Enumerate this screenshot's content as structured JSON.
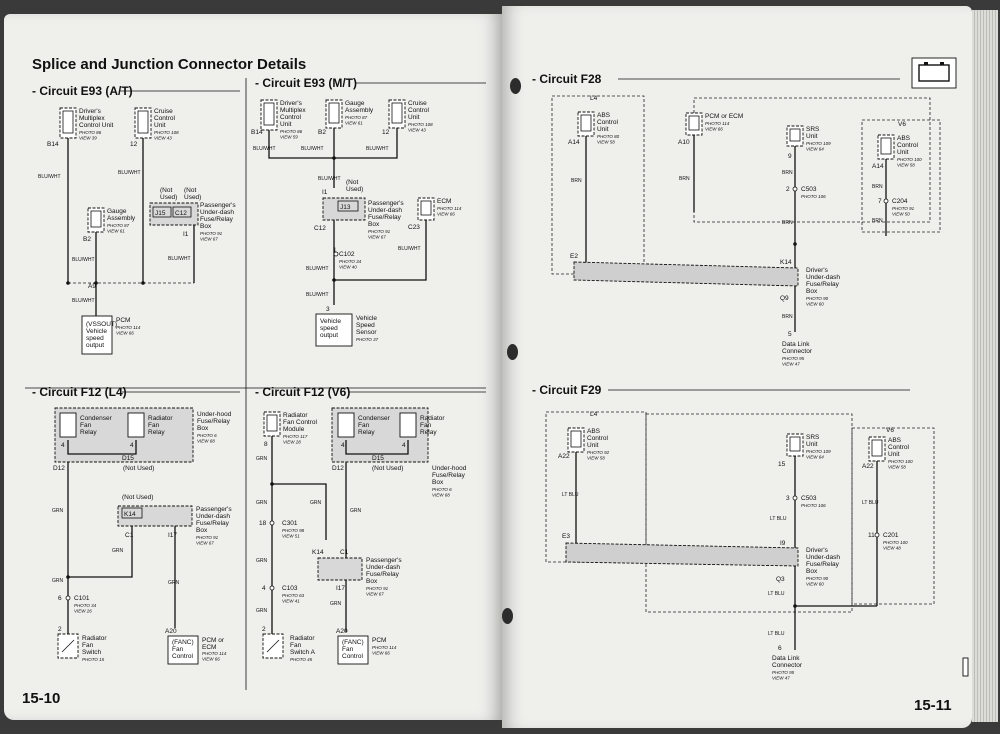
{
  "left_page": {
    "section_title": "Splice and Junction Connector Details",
    "page_number": "15-10",
    "circuit_e93_at": {
      "title": "- Circuit E93 (A/T)",
      "comp1": [
        "Driver's",
        "Multiplex",
        "Control Unit"
      ],
      "comp1_ref": [
        "PHOTO 86",
        "VIEW 39"
      ],
      "comp2": [
        "Cruise",
        "Control",
        "Unit"
      ],
      "comp2_ref": [
        "PHOTO 108",
        "VIEW 43"
      ],
      "comp3": [
        "Gauge",
        "Assembly"
      ],
      "comp3_ref": [
        "PHOTO 87",
        "VIEW 61"
      ],
      "comp4": [
        "Passenger's",
        "Under-dash",
        "Fuse/Relay",
        "Box"
      ],
      "comp4_ref": [
        "PHOTO 91",
        "VIEW 67"
      ],
      "comp5": [
        "PCM"
      ],
      "comp5_ref": [
        "PHOTO 114",
        "VIEW 66"
      ],
      "pcm_inner": [
        "(VSSOUT)",
        "Vehicle",
        "speed",
        "output"
      ],
      "not_used": "(Not Used)",
      "pins": [
        "B14",
        "12",
        "B2",
        "I1",
        "A9",
        "J15",
        "C12"
      ],
      "wire": "BLU/WHT"
    },
    "circuit_e93_mt": {
      "title": "- Circuit E93 (M/T)",
      "comp1": [
        "Driver's",
        "Multiplex",
        "Control",
        "Unit"
      ],
      "comp1_ref": [
        "PHOTO 86",
        "VIEW 59"
      ],
      "comp2": [
        "Gauge",
        "Assembly"
      ],
      "comp2_ref": [
        "PHOTO 87",
        "VIEW 61"
      ],
      "comp3": [
        "Cruise",
        "Control",
        "Unit"
      ],
      "comp3_ref": [
        "PHOTO 108",
        "VIEW 43"
      ],
      "comp4": [
        "Passenger's",
        "Under-dash",
        "Fuse/Relay",
        "Box"
      ],
      "comp4_ref": [
        "PHOTO 91",
        "VIEW 67"
      ],
      "comp5": [
        "ECM"
      ],
      "comp5_ref": [
        "PHOTO 114",
        "VIEW 66"
      ],
      "comp6": [
        "C102"
      ],
      "comp6_ref": [
        "PHOTO 34",
        "VIEW 40"
      ],
      "comp7": [
        "Vehicle",
        "Speed",
        "Sensor"
      ],
      "comp7_ref": [
        "PHOTO 37"
      ],
      "sensor_inner": [
        "Vehicle",
        "speed",
        "output"
      ],
      "not_used": "(Not Used)",
      "pins": [
        "B14",
        "B2",
        "12",
        "I1",
        "J13",
        "C12",
        "C23",
        "1",
        "3"
      ],
      "wire": "BLU/WHT"
    },
    "circuit_f12_l4": {
      "title": "- Circuit F12 (L4)",
      "comp1": [
        "Condenser",
        "Fan",
        "Relay"
      ],
      "comp2": [
        "Radiator",
        "Fan",
        "Relay"
      ],
      "comp3": [
        "Under-hood",
        "Fuse/Relay",
        "Box"
      ],
      "comp3_ref": [
        "PHOTO 6",
        "VIEW 68"
      ],
      "comp4": [
        "Passenger's",
        "Under-dash",
        "Fuse/Relay",
        "Box"
      ],
      "comp4_ref": [
        "PHOTO 91",
        "VIEW 67"
      ],
      "comp5": [
        "C101"
      ],
      "comp5_ref": [
        "PHOTO 34",
        "VIEW 26"
      ],
      "comp6": [
        "Radiator",
        "Fan",
        "Switch"
      ],
      "comp6_ref": [
        "PHOTO 15"
      ],
      "comp7": [
        "PCM or",
        "ECM"
      ],
      "comp7_ref": [
        "PHOTO 114",
        "VIEW 66"
      ],
      "fan_inner": [
        "(FANC)",
        "Fan",
        "Control"
      ],
      "not_used": "(Not Used)",
      "pins": [
        "4",
        "4",
        "D12",
        "D15",
        "K14",
        "C1",
        "I17",
        "6",
        "2",
        "A20"
      ],
      "wire": "GRN"
    },
    "circuit_f12_v6": {
      "title": "- Circuit F12 (V6)",
      "comp1": [
        "Radiator",
        "Fan Control",
        "Module"
      ],
      "comp1_ref": [
        "PHOTO 117",
        "VIEW 28"
      ],
      "comp2": [
        "Condenser",
        "Fan",
        "Relay"
      ],
      "comp3": [
        "Radiator",
        "Fan",
        "Relay"
      ],
      "comp4": [
        "Under-hood",
        "Fuse/Relay",
        "Box"
      ],
      "comp4_ref": [
        "PHOTO 6",
        "VIEW 68"
      ],
      "comp5": [
        "C301"
      ],
      "comp5_ref": [
        "PHOTO 98",
        "VIEW 51"
      ],
      "comp6": [
        "Passenger's",
        "Under-dash",
        "Fuse/Relay",
        "Box"
      ],
      "comp6_ref": [
        "PHOTO 91",
        "VIEW 67"
      ],
      "comp7": [
        "C103"
      ],
      "comp7_ref": [
        "PHOTO 63",
        "VIEW 41"
      ],
      "comp8": [
        "Radiator",
        "Fan",
        "Switch A"
      ],
      "comp8_ref": [
        "PHOTO 45"
      ],
      "comp9": [
        "PCM"
      ],
      "comp9_ref": [
        "PHOTO 114",
        "VIEW 66"
      ],
      "fan_inner": [
        "(FANC)",
        "Fan",
        "Control"
      ],
      "not_used": "(Not Used)",
      "pins": [
        "8",
        "4",
        "4",
        "D12",
        "D15",
        "18",
        "K14",
        "C1",
        "I17",
        "4",
        "2",
        "A20"
      ],
      "wire": "GRN"
    }
  },
  "right_page": {
    "page_number": "15-11",
    "circuit_f28": {
      "title": "- Circuit F28",
      "l4": "L4",
      "v6": "V6",
      "comp1": [
        "ABS",
        "Control",
        "Unit"
      ],
      "comp1_ref": [
        "PHOTO 80",
        "VIEW 58"
      ],
      "comp2": [
        "PCM or ECM"
      ],
      "comp2_ref": [
        "PHOTO 114",
        "VIEW 66"
      ],
      "comp3": [
        "SRS",
        "Unit"
      ],
      "comp3_ref": [
        "PHOTO 109",
        "VIEW 64"
      ],
      "comp4": [
        "ABS",
        "Control",
        "Unit"
      ],
      "comp4_ref": [
        "PHOTO 100",
        "VIEW 58"
      ],
      "comp5": [
        "C503"
      ],
      "comp5_ref": [
        "PHOTO 106"
      ],
      "comp6": [
        "C204"
      ],
      "comp6_ref": [
        "PHOTO 91",
        "VIEW 50"
      ],
      "comp7": [
        "Driver's",
        "Under-dash",
        "Fuse/Relay",
        "Box"
      ],
      "comp7_ref": [
        "PHOTO 90",
        "VIEW 60"
      ],
      "comp8": [
        "Data Link",
        "Connector"
      ],
      "comp8_ref": [
        "PHOTO 95",
        "VIEW 47"
      ],
      "pins": [
        "A14",
        "A10",
        "9",
        "A14",
        "2",
        "7",
        "E2",
        "K14",
        "Q9",
        "5"
      ],
      "wire": "BRN"
    },
    "circuit_f29": {
      "title": "- Circuit F29",
      "l4": "L4",
      "v6": "V6",
      "comp1": [
        "ABS",
        "Control",
        "Unit"
      ],
      "comp1_ref": [
        "PHOTO 92",
        "VIEW 58"
      ],
      "comp2": [
        "SRS",
        "Unit"
      ],
      "comp2_ref": [
        "PHOTO 109",
        "VIEW 64"
      ],
      "comp3": [
        "ABS",
        "Control",
        "Unit"
      ],
      "comp3_ref": [
        "PHOTO 100",
        "VIEW 58"
      ],
      "comp4": [
        "C503"
      ],
      "comp4_ref": [
        "PHOTO 106"
      ],
      "comp5": [
        "C201"
      ],
      "comp5_ref": [
        "PHOTO 100",
        "VIEW 48"
      ],
      "comp6": [
        "Driver's",
        "Under-dash",
        "Fuse/Relay",
        "Box"
      ],
      "comp6_ref": [
        "PHOTO 90",
        "VIEW 60"
      ],
      "comp7": [
        "Data Link",
        "Connector"
      ],
      "comp7_ref": [
        "PHOTO 95",
        "VIEW 47"
      ],
      "pins": [
        "A22",
        "15",
        "A22",
        "3",
        "11",
        "E3",
        "I9",
        "Q3",
        "6"
      ],
      "wire": "LT BLU"
    }
  }
}
